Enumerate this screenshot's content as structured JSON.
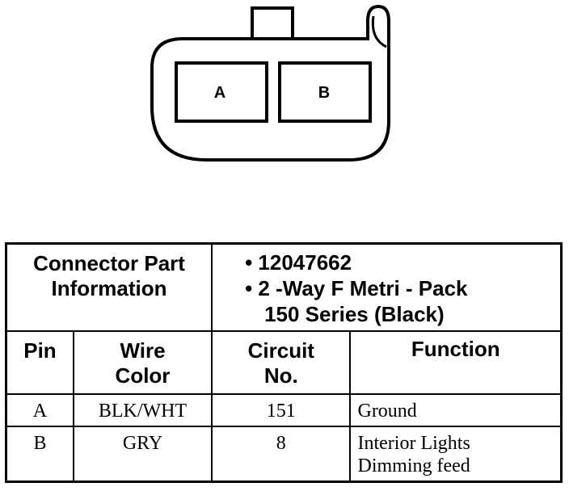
{
  "connector": {
    "cavities": [
      {
        "label": "A"
      },
      {
        "label": "B"
      }
    ]
  },
  "info": {
    "label_line1": "Connector Part",
    "label_line2": "Information",
    "part_number": "• 12047662",
    "description_line1": "• 2 -Way F Metri - Pack",
    "description_line2": "150 Series (Black)"
  },
  "table": {
    "headers": {
      "pin": "Pin",
      "wire_color_line1": "Wire",
      "wire_color_line2": "Color",
      "circuit_line1": "Circuit",
      "circuit_line2": "No.",
      "function": "Function"
    },
    "rows": [
      {
        "pin": "A",
        "wire_color": "BLK/WHT",
        "circuit": "151",
        "function_line1": "Ground",
        "function_line2": ""
      },
      {
        "pin": "B",
        "wire_color": "GRY",
        "circuit": "8",
        "function_line1": "Interior Lights",
        "function_line2": "Dimming feed"
      }
    ]
  }
}
